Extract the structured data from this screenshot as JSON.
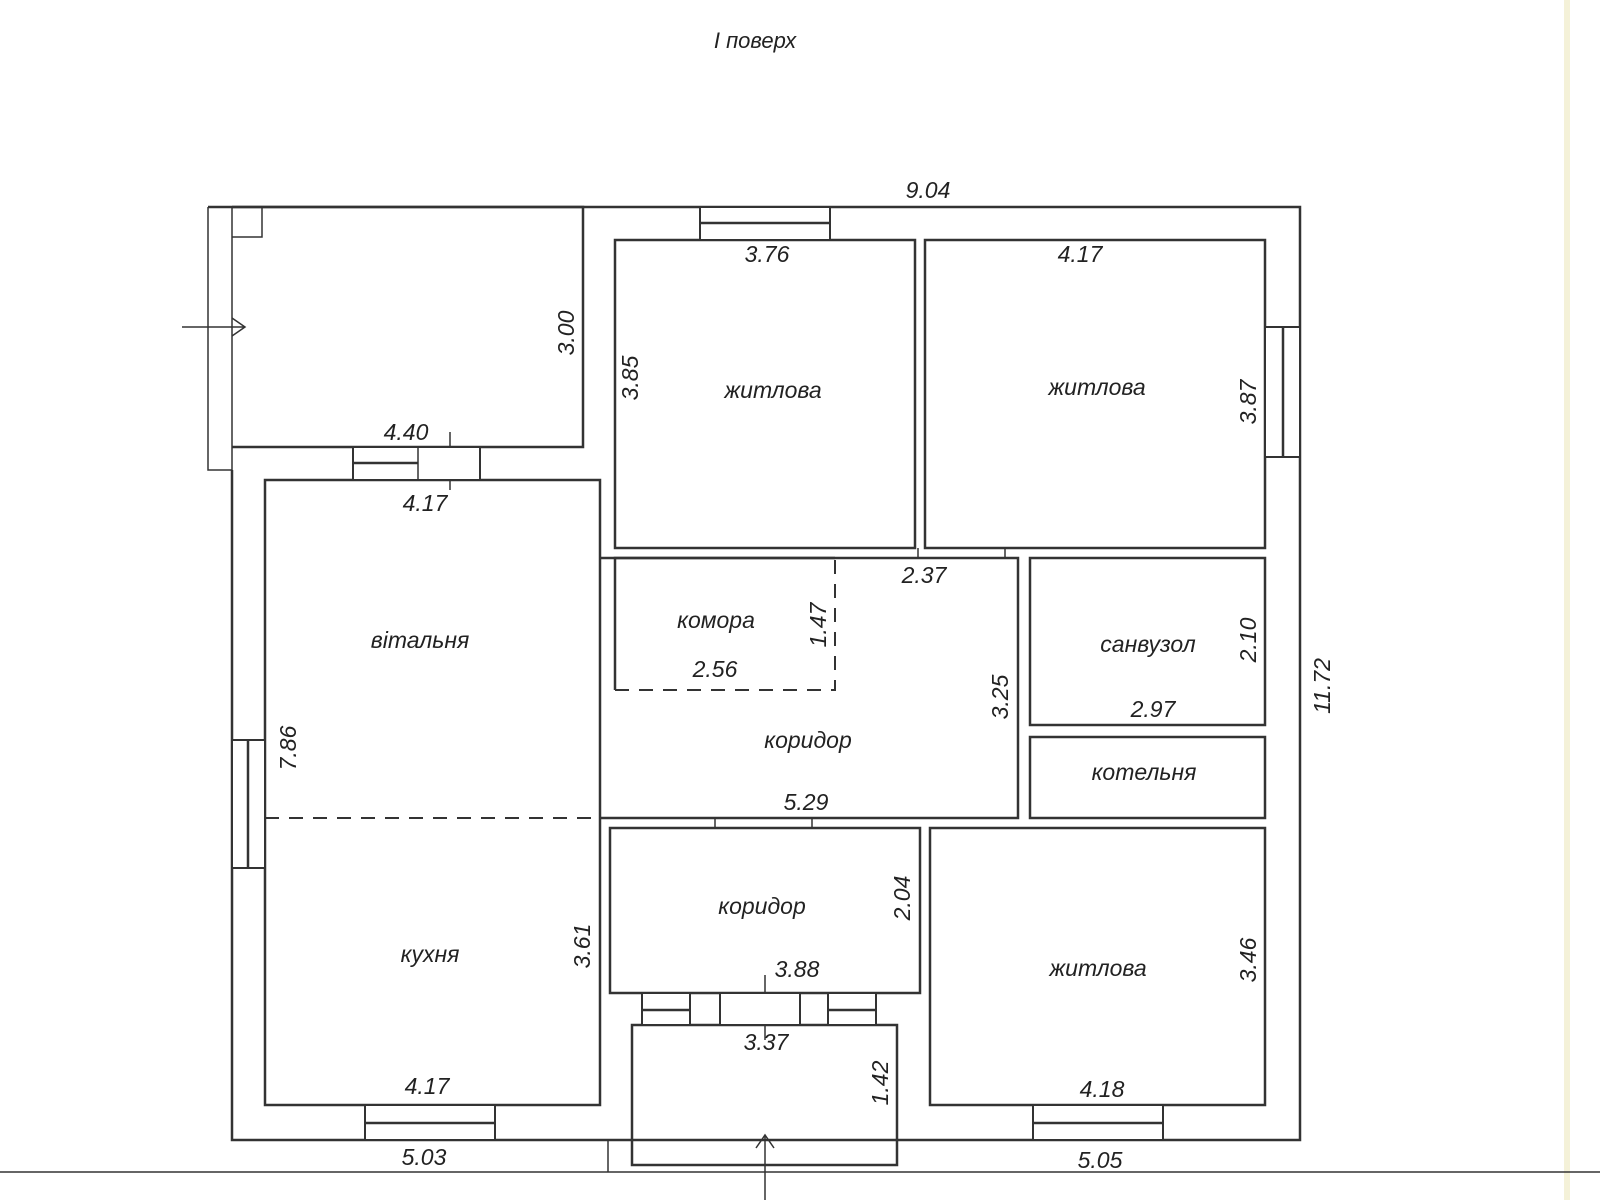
{
  "title": "I поверх",
  "colors": {
    "line": "#333333",
    "background": "#ffffff"
  },
  "rooms": {
    "bedroom_1": "житлова",
    "bedroom_2": "житлова",
    "bedroom_3": "житлова",
    "living_room": "вітальня",
    "pantry": "комора",
    "corridor_1": "коридор",
    "corridor_2": "коридор",
    "bathroom": "санвузол",
    "boiler_room": "котельня",
    "kitchen": "кухня"
  },
  "dimensions": {
    "overall_width": "9.04",
    "overall_height": "11.72",
    "bedroom_1_width": "3.76",
    "bedroom_1_height": "3.85",
    "bedroom_2_width": "4.17",
    "bedroom_2_height": "3.87",
    "vestibule_width": "4.40",
    "vestibule_height": "3.00",
    "living_width": "4.17",
    "living_height": "7.86",
    "pantry_width": "2.56",
    "pantry_height": "1.47",
    "corridor_1_top": "2.37",
    "corridor_1_height": "3.25",
    "corridor_1_width": "5.29",
    "bathroom_width": "2.97",
    "bathroom_height": "2.10",
    "corridor_2_width": "3.88",
    "corridor_2_height": "2.04",
    "kitchen_height": "3.61",
    "kitchen_width": "4.17",
    "porch_width": "3.37",
    "porch_height": "1.42",
    "bedroom_3_width": "4.18",
    "bedroom_3_height": "3.46",
    "bottom_left": "5.03",
    "bottom_right": "5.05"
  }
}
